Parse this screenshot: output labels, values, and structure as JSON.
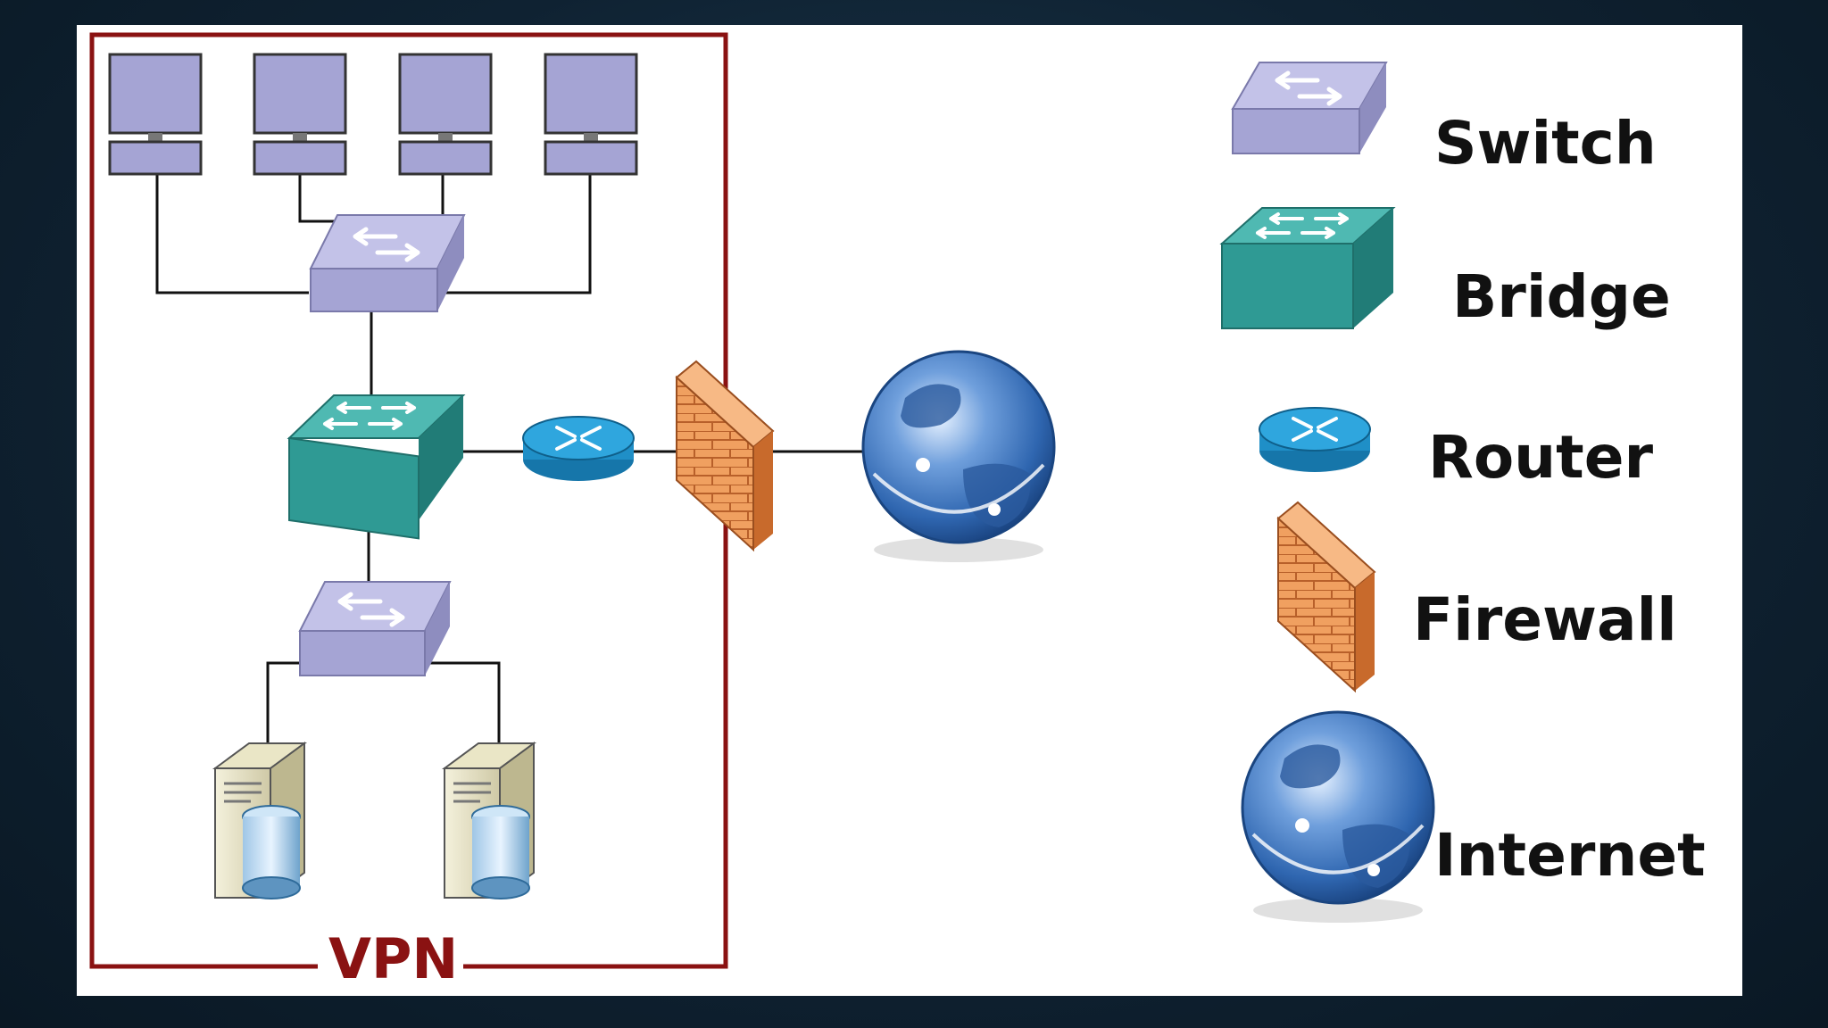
{
  "diagram": {
    "boundary_label": "VPN",
    "colors": {
      "background": "#12283a",
      "panel": "#ffffff",
      "vpn_border": "#8a1212",
      "switch": "#a5a4d4",
      "bridge": "#2f9a94",
      "router": "#1f8fc7",
      "firewall": "#e98a45",
      "globe": "#2f66b0",
      "links": "#111111"
    },
    "nodes": [
      {
        "id": "pc-1",
        "type": "pc-icon"
      },
      {
        "id": "pc-2",
        "type": "pc-icon"
      },
      {
        "id": "pc-3",
        "type": "pc-icon"
      },
      {
        "id": "pc-4",
        "type": "pc-icon"
      },
      {
        "id": "switch-top",
        "type": "switch-icon"
      },
      {
        "id": "bridge",
        "type": "bridge-icon"
      },
      {
        "id": "router",
        "type": "router-icon"
      },
      {
        "id": "firewall",
        "type": "firewall-icon"
      },
      {
        "id": "internet",
        "type": "globe-icon"
      },
      {
        "id": "switch-bottom",
        "type": "switch-icon"
      },
      {
        "id": "server-1",
        "type": "server-icon"
      },
      {
        "id": "server-2",
        "type": "server-icon"
      }
    ],
    "edges": [
      [
        "pc-1",
        "switch-top"
      ],
      [
        "pc-2",
        "switch-top"
      ],
      [
        "pc-3",
        "switch-top"
      ],
      [
        "pc-4",
        "switch-top"
      ],
      [
        "switch-top",
        "bridge"
      ],
      [
        "bridge",
        "router"
      ],
      [
        "router",
        "firewall"
      ],
      [
        "firewall",
        "internet"
      ],
      [
        "bridge",
        "switch-bottom"
      ],
      [
        "switch-bottom",
        "server-1"
      ],
      [
        "switch-bottom",
        "server-2"
      ]
    ]
  },
  "legend": [
    {
      "label": "Switch",
      "icon": "switch-icon"
    },
    {
      "label": "Bridge",
      "icon": "bridge-icon"
    },
    {
      "label": "Router",
      "icon": "router-icon"
    },
    {
      "label": "Firewall",
      "icon": "firewall-icon"
    },
    {
      "label": "Internet",
      "icon": "globe-icon"
    }
  ]
}
